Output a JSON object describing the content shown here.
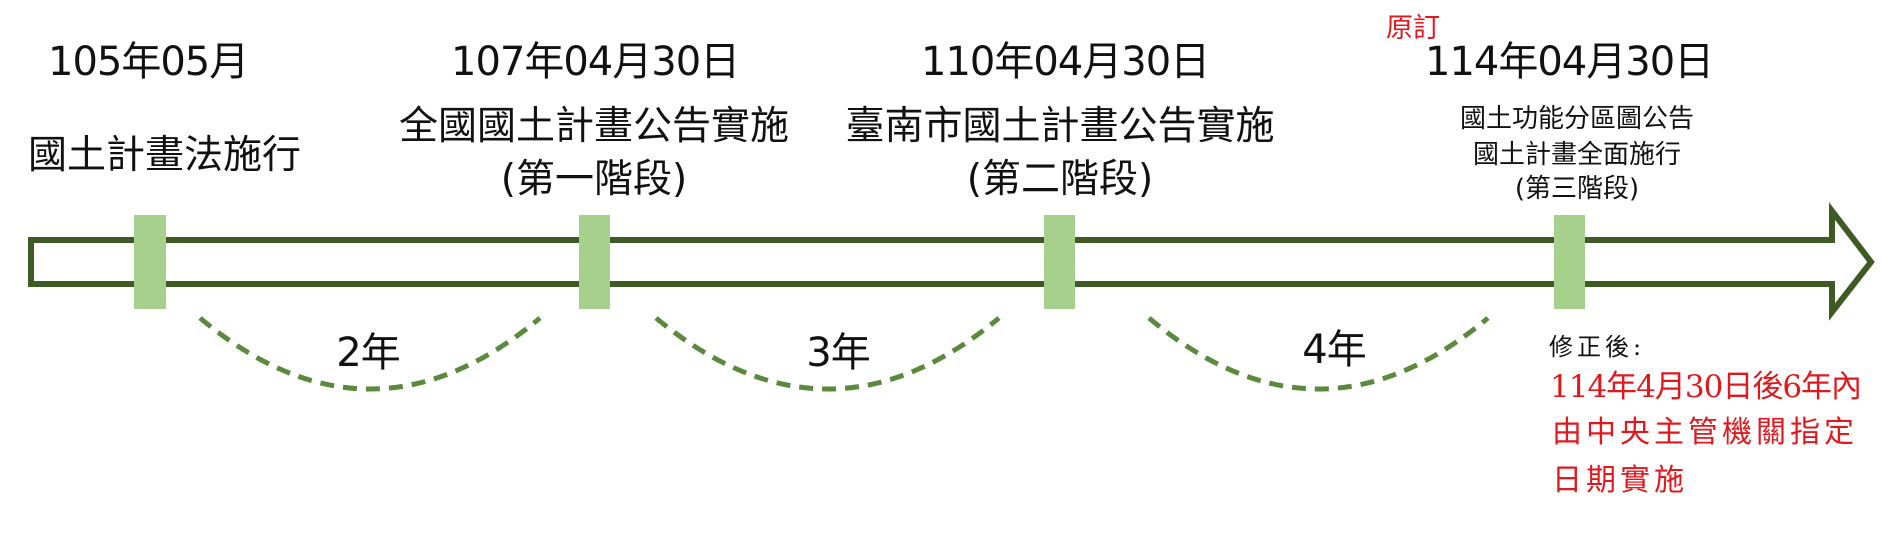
{
  "colors": {
    "shaft": "#3e5b24",
    "marker": "#a8d08d",
    "arc": "#5b8a3c",
    "note": "#e0191f"
  },
  "milestones": [
    {
      "date": "105年05月",
      "lines": [
        "國土計畫法施行"
      ]
    },
    {
      "date": "107年04月30日",
      "lines": [
        "全國國土計畫公告實施",
        "(第一階段)"
      ]
    },
    {
      "date": "110年04月30日",
      "lines": [
        "臺南市國土計畫公告實施",
        "(第二階段)"
      ]
    },
    {
      "date": "114年04月30日",
      "lines": [
        "國土功能分區圖公告",
        "國土計畫全面施行",
        "(第三階段)"
      ],
      "original_label": "原訂"
    }
  ],
  "intervals": [
    "2年",
    "3年",
    "4年"
  ],
  "revision": {
    "label": "修正後:",
    "lines": [
      "114年4月30日後6年內",
      "由中央主管機關指定",
      "日期實施"
    ]
  }
}
